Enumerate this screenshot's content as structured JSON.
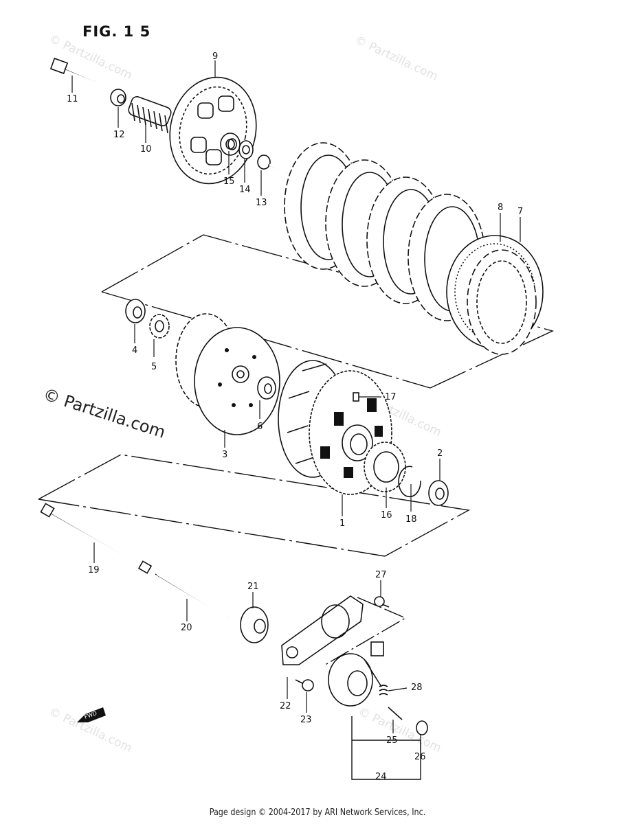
{
  "figure": {
    "title": "FIG. 1 5",
    "credit": "Page design © 2004-2017 by ARI Network Services, Inc.",
    "watermark_main": "© Partzilla.com",
    "watermark_faint": "© Partzilla.com",
    "fwd_marker": "FWD"
  },
  "callouts": {
    "c1": "1",
    "c2": "2",
    "c3": "3",
    "c4": "4",
    "c5": "5",
    "c6": "6",
    "c7": "7",
    "c8": "8",
    "c9": "9",
    "c10": "10",
    "c11": "11",
    "c12": "12",
    "c13": "13",
    "c14": "14",
    "c15": "15",
    "c16": "16",
    "c17": "17",
    "c18": "18",
    "c19": "19",
    "c20": "20",
    "c21": "21",
    "c22": "22",
    "c23": "23",
    "c24": "24",
    "c25": "25",
    "c26": "26",
    "c27": "27",
    "c28": "28"
  }
}
